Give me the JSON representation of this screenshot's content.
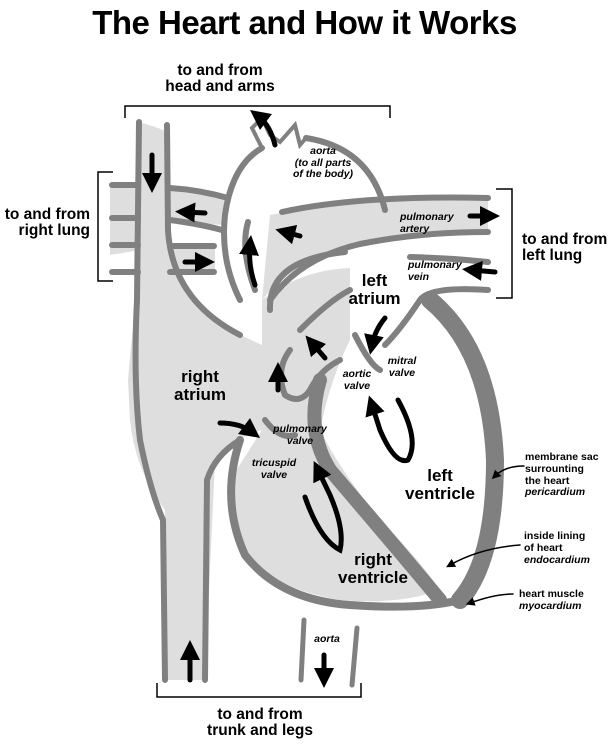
{
  "title": "The Heart and How it Works",
  "colors": {
    "wall": "#808080",
    "fill": "#dedede",
    "arrow": "#000000",
    "background": "#ffffff"
  },
  "regions": {
    "head_arms": [
      "to and from",
      "head and arms"
    ],
    "right_lung": [
      "to and from",
      "right lung"
    ],
    "left_lung": [
      "to and from",
      "left lung"
    ],
    "trunk_legs": [
      "to and from",
      "trunk and legs"
    ]
  },
  "chambers": {
    "right_atrium": [
      "right",
      "atrium"
    ],
    "left_atrium": [
      "left",
      "atrium"
    ],
    "right_ventricle": [
      "right",
      "ventricle"
    ],
    "left_ventricle": [
      "left",
      "ventricle"
    ]
  },
  "vessels": {
    "aorta_top": [
      "aorta",
      "(to all parts",
      "of the body)"
    ],
    "pulmonary_artery": [
      "pulmonary",
      "artery"
    ],
    "pulmonary_vein": [
      "pulmonary",
      "vein"
    ],
    "aorta_bottom": "aorta"
  },
  "valves": {
    "mitral": [
      "mitral",
      "valve"
    ],
    "aortic": [
      "aortic",
      "valve"
    ],
    "pulmonary": [
      "pulmonary",
      "valve"
    ],
    "tricuspid": [
      "tricuspid",
      "valve"
    ]
  },
  "annotations": {
    "pericardium": {
      "lines": [
        "membrane sac",
        "surrounting",
        "the heart"
      ],
      "term": "pericardium"
    },
    "endocardium": {
      "lines": [
        "inside lining",
        "of heart"
      ],
      "term": "endocardium"
    },
    "myocardium": {
      "lines": [
        "heart muscle"
      ],
      "term": "myocardium"
    }
  }
}
